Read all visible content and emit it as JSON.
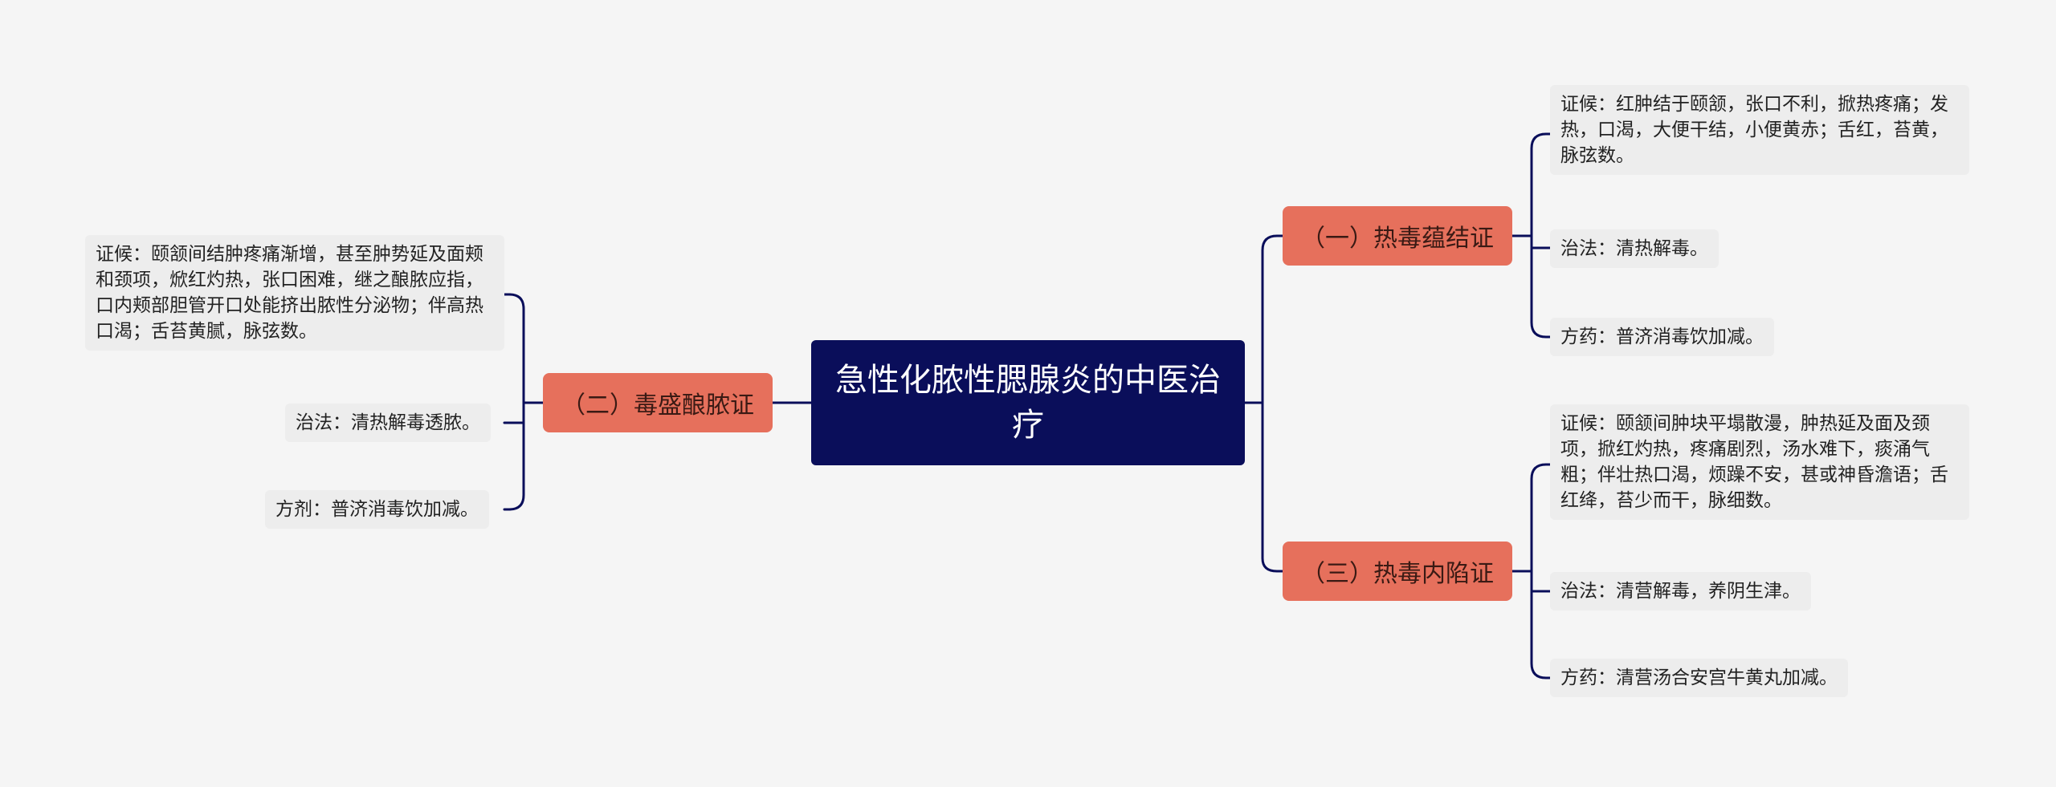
{
  "root": {
    "title": "急性化脓性腮腺炎的中医治疗"
  },
  "branches": [
    {
      "label": "（一）热毒蕴结证",
      "items": [
        "证候：红肿结于颐颔，张口不利，掀热疼痛；发热，口渴，大便干结，小便黄赤；舌红，苔黄，脉弦数。",
        "治法：清热解毒。",
        "方药：普济消毒饮加减。"
      ]
    },
    {
      "label": "（二）毒盛酿脓证",
      "items": [
        "证候：颐颔间结肿疼痛渐增，甚至肿势延及面颊和颈项，焮红灼热，张口困难，继之酿脓应指，口内颊部胆管开口处能挤出脓性分泌物；伴高热口渴；舌苔黄腻，脉弦数。",
        "治法：清热解毒透脓。",
        "方剂：普济消毒饮加减。"
      ]
    },
    {
      "label": "（三）热毒内陷证",
      "items": [
        "证候：颐颔间肿块平塌散漫，肿热延及面及颈项，掀红灼热，疼痛剧烈，汤水难下，痰涌气粗；伴壮热口渴，烦躁不安，甚或神昏澹语；舌红绛，苔少而干，脉细数。",
        "治法：清营解毒，养阴生津。",
        "方药：清营汤合安宫牛黄丸加减。"
      ]
    }
  ],
  "colors": {
    "background": "#f5f5f5",
    "root": "#0a0e5a",
    "branch": "#e6705c",
    "leaf": "#ededed",
    "line": "#0a0e5a"
  }
}
